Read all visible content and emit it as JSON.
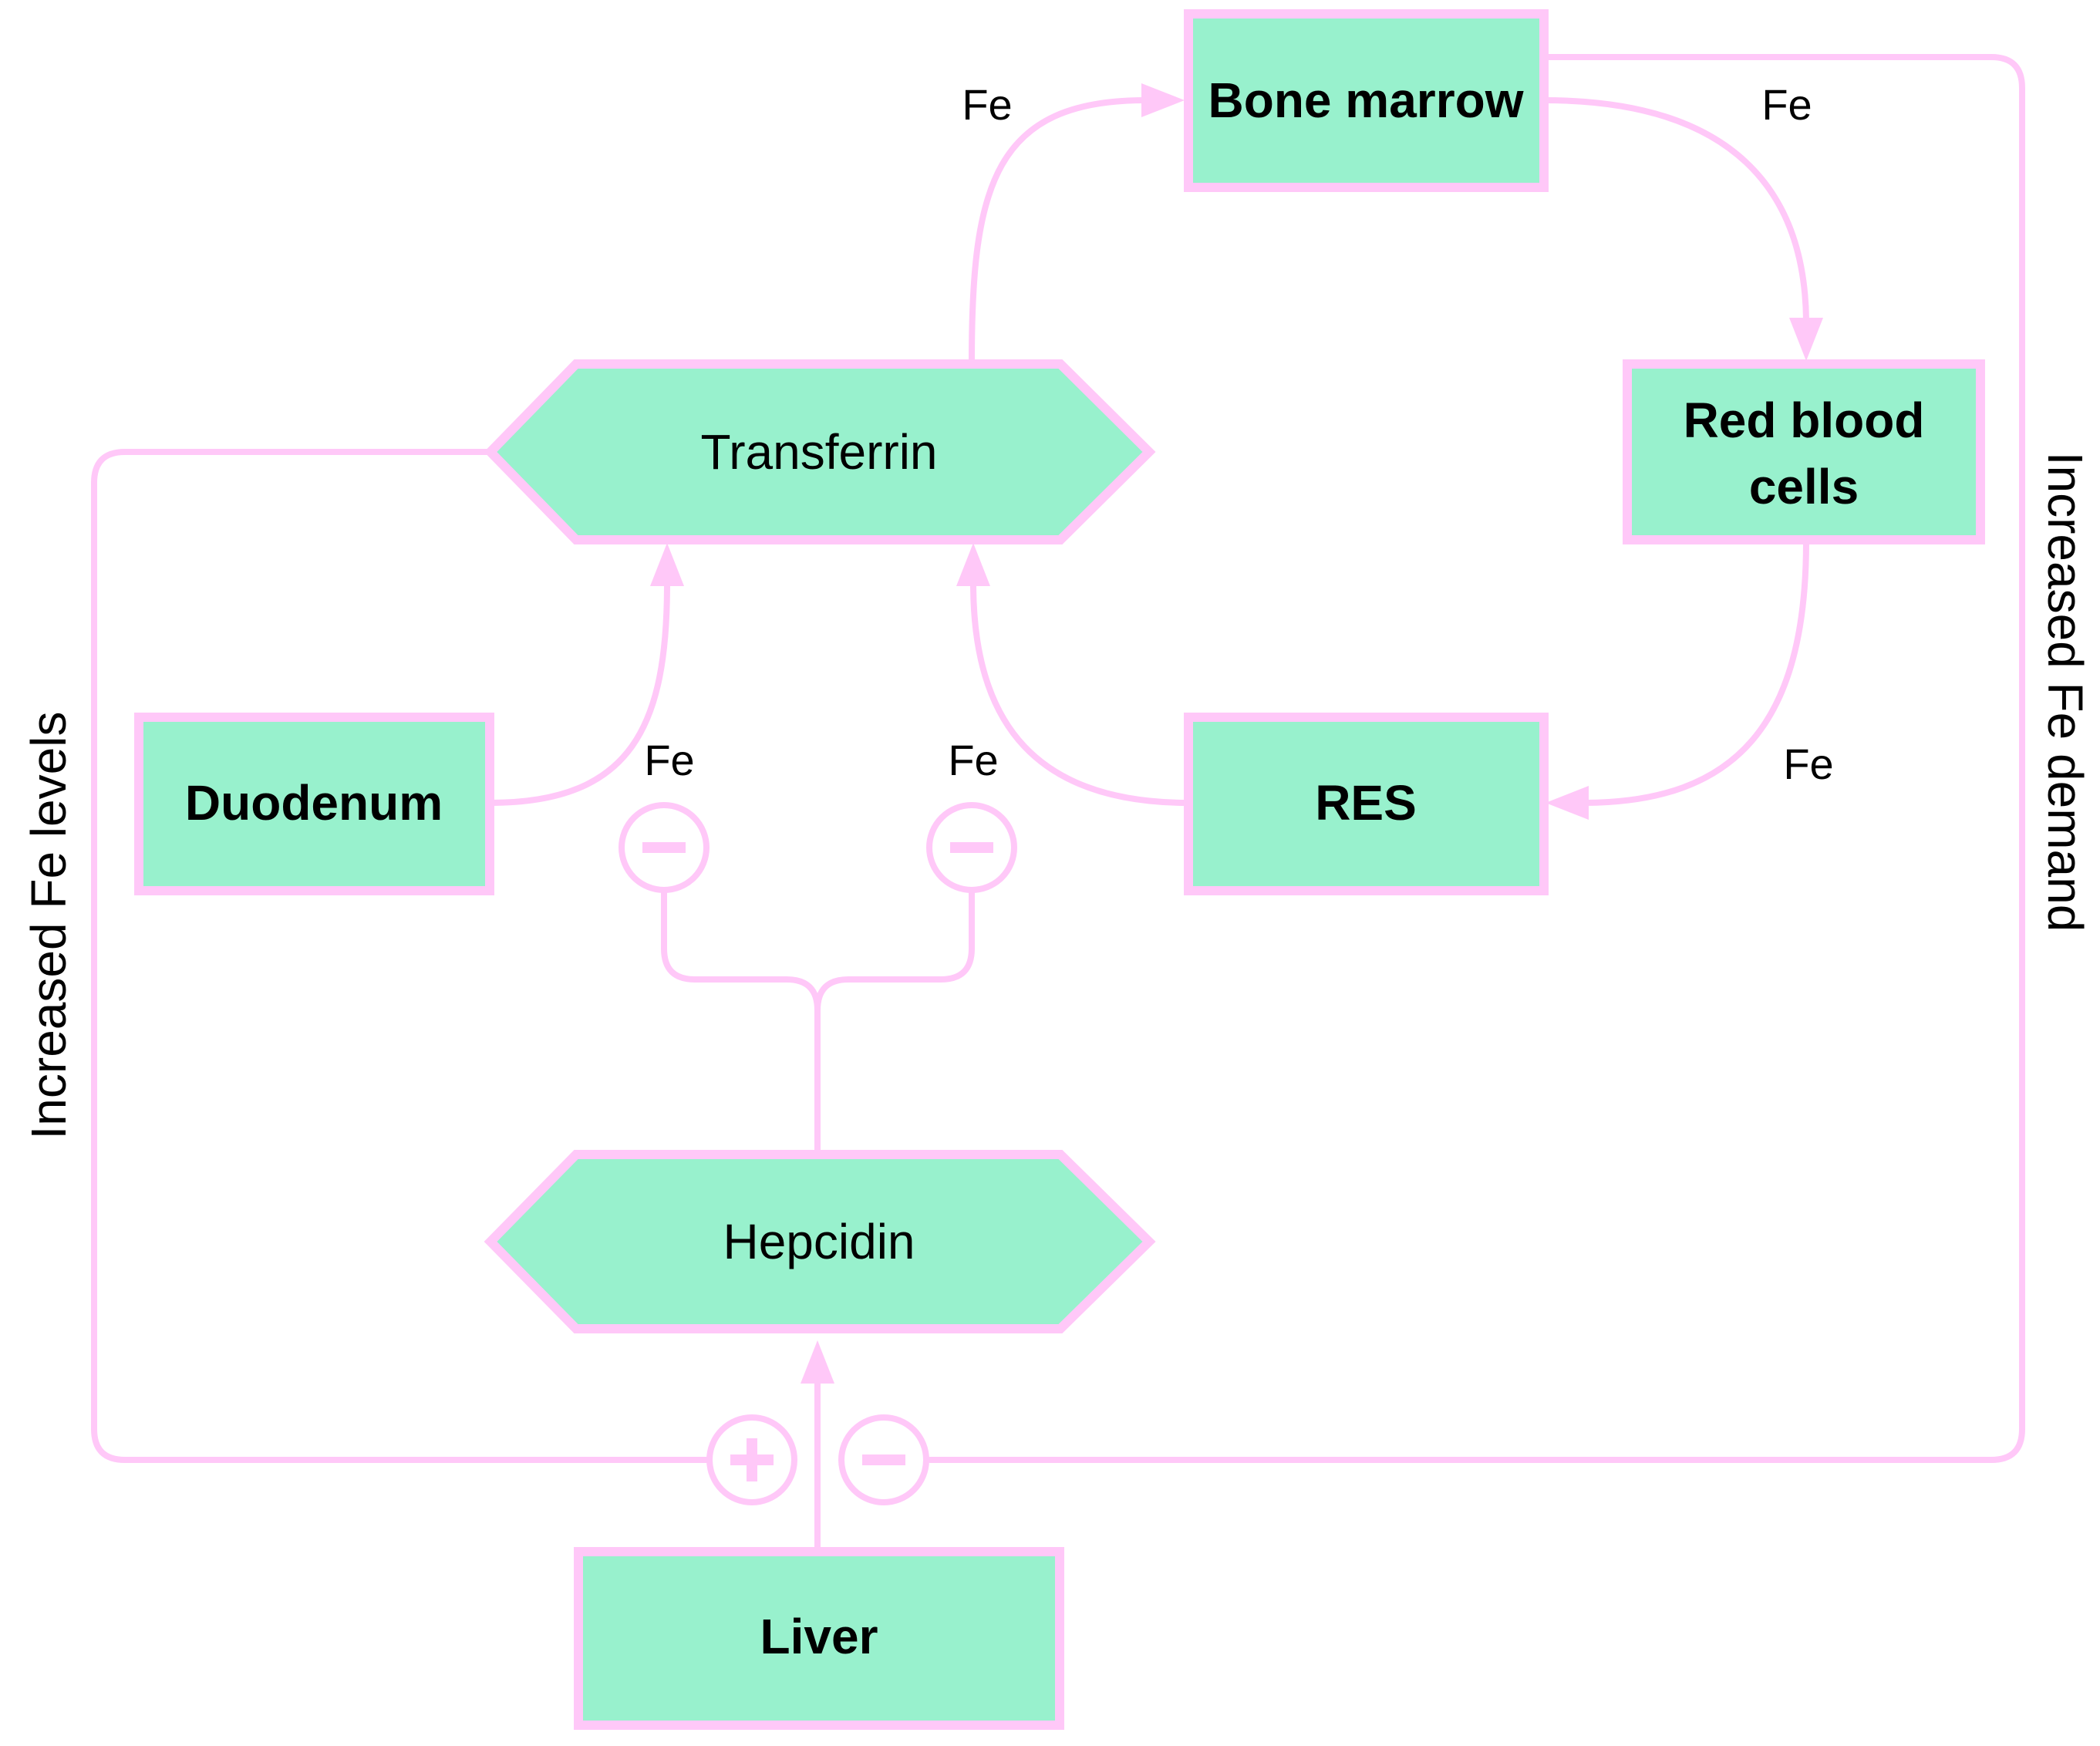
{
  "colors": {
    "node_fill": "#98f1cd",
    "edge": "#ffc8f8",
    "text": "#000000",
    "background": "#ffffff"
  },
  "nodes": {
    "bone_marrow": "Bone marrow",
    "red_blood_cells_line1": "Red blood",
    "red_blood_cells_line2": "cells",
    "transferrin": "Transferrin",
    "duodenum": "Duodenum",
    "res": "RES",
    "hepcidin": "Hepcidin",
    "liver": "Liver"
  },
  "edge_labels": {
    "transferrin_to_bone_marrow": "Fe",
    "bone_marrow_to_rbc": "Fe",
    "rbc_to_res": "Fe",
    "duodenum_to_transferrin": "Fe",
    "res_to_transferrin": "Fe"
  },
  "side_labels": {
    "left": "Increased Fe levels",
    "right": "Increased Fe demand"
  },
  "signs": {
    "inhibit": "−",
    "activate": "+"
  }
}
